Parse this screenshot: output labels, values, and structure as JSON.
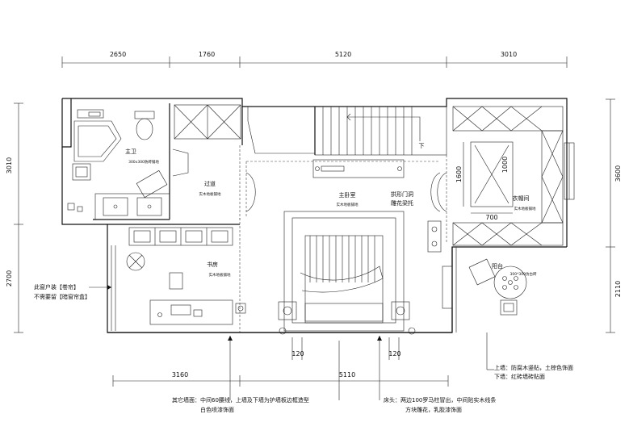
{
  "dimensions": {
    "top": [
      "2650",
      "1760",
      "5120",
      "3010"
    ],
    "left": [
      "3010",
      "2700"
    ],
    "right": [
      "3600",
      "2110"
    ],
    "bottom": [
      "3160",
      "5110"
    ],
    "small": [
      "120",
      "120"
    ],
    "wardrobe": [
      "1600",
      "1000",
      "700"
    ]
  },
  "rooms": {
    "master_bath": {
      "name": "主卫",
      "floor": "300x300防砖铺地"
    },
    "corridor": {
      "name": "过道",
      "floor": "实木地板铺地"
    },
    "master_bedroom": {
      "name": "主卧室",
      "floor": "实木地板铺地"
    },
    "arch_note": {
      "line1": "拱形门洞",
      "line2": "雕花梁托"
    },
    "walk_in_closet": {
      "name": "衣帽间",
      "floor": "实木地板铺地"
    },
    "study": {
      "name": "书房",
      "floor": "实木地板铺地"
    },
    "balcony": {
      "name": "阳台",
      "floor": "300*300仿古砖"
    }
  },
  "stairs_label": "下",
  "notes": {
    "window": {
      "line1": "此窗户装【卷帘】",
      "line2": "不需要留【暗窗帘盒】"
    },
    "balcony_walls": {
      "line1": "上墙：防腐木竖贴，土棕色饰面",
      "line2": "下墙：红砖墙砖贴面"
    },
    "other_walls": {
      "line1": "其它墙面：中间60腰线，上墙及下墙为护墙板边框造型",
      "line2": "白色喷漆饰面"
    },
    "bed_head": {
      "line1": "床头：两边100罗马柱冒出，中间贴实木线条",
      "line2": "方块雕花，乳胶漆饰面"
    }
  }
}
